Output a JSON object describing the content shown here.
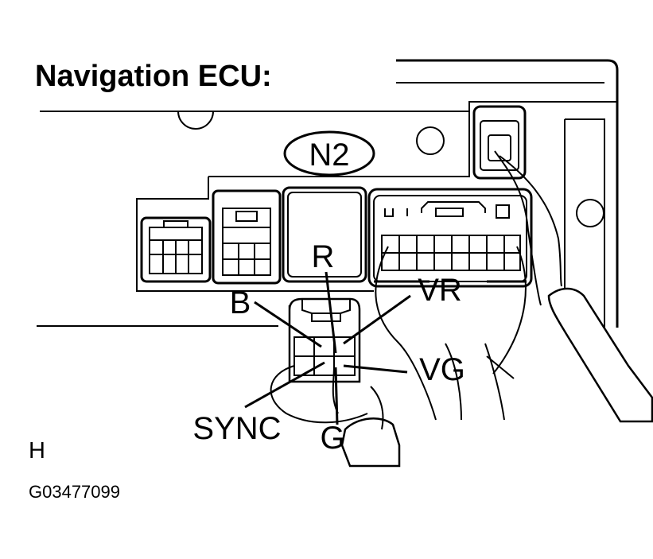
{
  "title": "Navigation ECU:",
  "connector_id": "N2",
  "terminals": {
    "R": "R",
    "B": "B",
    "VR": "VR",
    "VG": "VG",
    "SYNC": "SYNC",
    "G": "G"
  },
  "view_mark": "H",
  "figure_code": "G03477099"
}
